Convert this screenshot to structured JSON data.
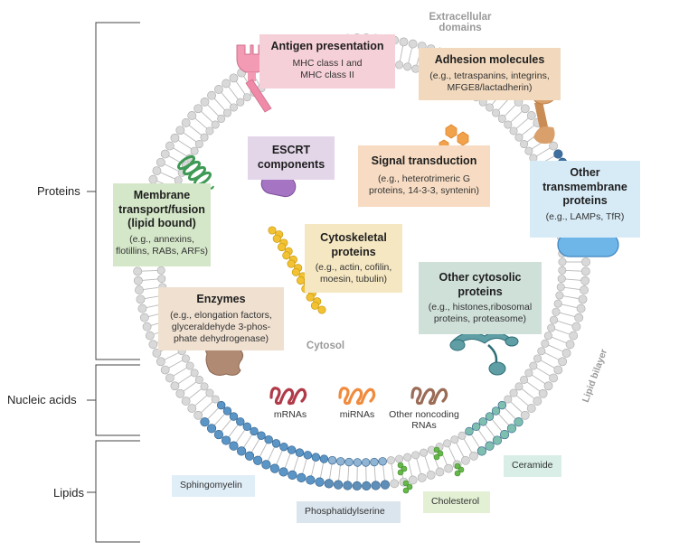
{
  "side_labels": {
    "proteins": "Proteins",
    "nucleic_acids": "Nucleic acids",
    "lipids": "Lipids"
  },
  "region_labels": {
    "extracellular": "Extracellular\ndomains",
    "cytosol": "Cytosol",
    "lipid_bilayer": "Lipid bilayer"
  },
  "protein_boxes": {
    "antigen": {
      "title": "Antigen presentation",
      "desc": "MHC class I and\nMHC class II"
    },
    "adhesion": {
      "title": "Adhesion molecules",
      "desc": "(e.g., tetraspanins, integrins,\nMFGE8/lactadherin)"
    },
    "escrt": {
      "title": "ESCRT\ncomponents"
    },
    "signal": {
      "title": "Signal transduction",
      "desc": "(e.g., heterotrimeric G\nproteins, 14-3-3, syntenin)"
    },
    "other_transmembrane": {
      "title": "Other\ntransmembrane\nproteins",
      "desc": "(e.g., LAMPs, TfR)"
    },
    "membrane_transport": {
      "title": "Membrane\ntransport/fusion\n(lipid bound)",
      "desc": "(e.g., annexins,\nflotillins, RABs, ARFs)"
    },
    "cytoskeletal": {
      "title": "Cytoskeletal\nproteins",
      "desc": "(e.g., actin, cofilin,\nmoesin, tubulin)"
    },
    "other_cytosolic": {
      "title": "Other cytosolic\nproteins",
      "desc": "(e.g., histones,ribosomal\nproteins, proteasome)"
    },
    "enzymes": {
      "title": "Enzymes",
      "desc": "(e.g., elongation factors,\nglyceraldehyde 3-phos-\nphate dehydrogenase)"
    }
  },
  "nucleic_acids": {
    "mrna": "mRNAs",
    "mirna": "miRNAs",
    "noncoding": "Other noncoding\nRNAs"
  },
  "lipids": {
    "sphingomyelin": "Sphingomyelin",
    "phosphatidylserine": "Phosphatidylserine",
    "cholesterol": "Cholesterol",
    "ceramide": "Ceramide"
  },
  "colors": {
    "antigen": "#f6d0d8",
    "adhesion": "#f2d9bd",
    "escrt": "#e3d6e9",
    "signal": "#f7dcc3",
    "other_transmembrane": "#d7ebf7",
    "membrane_transport": "#d5e7c9",
    "cytoskeletal": "#f5e7c1",
    "other_cytosolic": "#cfe0d9",
    "enzymes": "#efe0d0",
    "sphingomyelin": "#e0eef8",
    "phosphatidylserine": "#dbe5ee",
    "cholesterol": "#e3f0d4",
    "ceramide": "#d8eee7"
  }
}
